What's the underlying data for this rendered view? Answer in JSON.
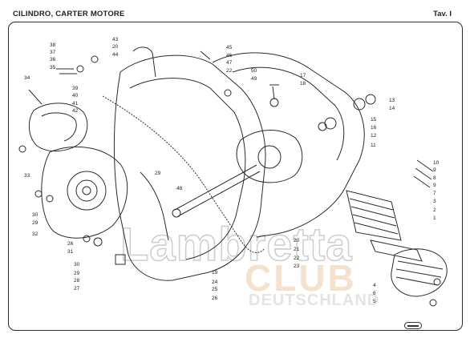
{
  "header": {
    "title": "CILINDRO, CARTER MOTORE",
    "table": "Tav. I"
  },
  "watermark": {
    "line1": "Lambretta",
    "line2": "CLUB",
    "line3": "DEUTSCHLAND"
  },
  "callouts": [
    "38",
    "37",
    "36",
    "35",
    "34",
    "33",
    "43",
    "20",
    "44",
    "45",
    "46",
    "47",
    "22",
    "50",
    "49",
    "17",
    "18",
    "39",
    "40",
    "41",
    "42",
    "13",
    "14",
    "15",
    "16",
    "12",
    "11",
    "10",
    "9",
    "8",
    "9",
    "7",
    "3",
    "2",
    "1",
    "29",
    "48",
    "30",
    "29",
    "32",
    "26",
    "31",
    "30",
    "29",
    "28",
    "27",
    "19",
    "24",
    "25",
    "26",
    "20",
    "21",
    "22",
    "23",
    "4",
    "6",
    "5"
  ],
  "icons": [
    "logo-icon"
  ]
}
